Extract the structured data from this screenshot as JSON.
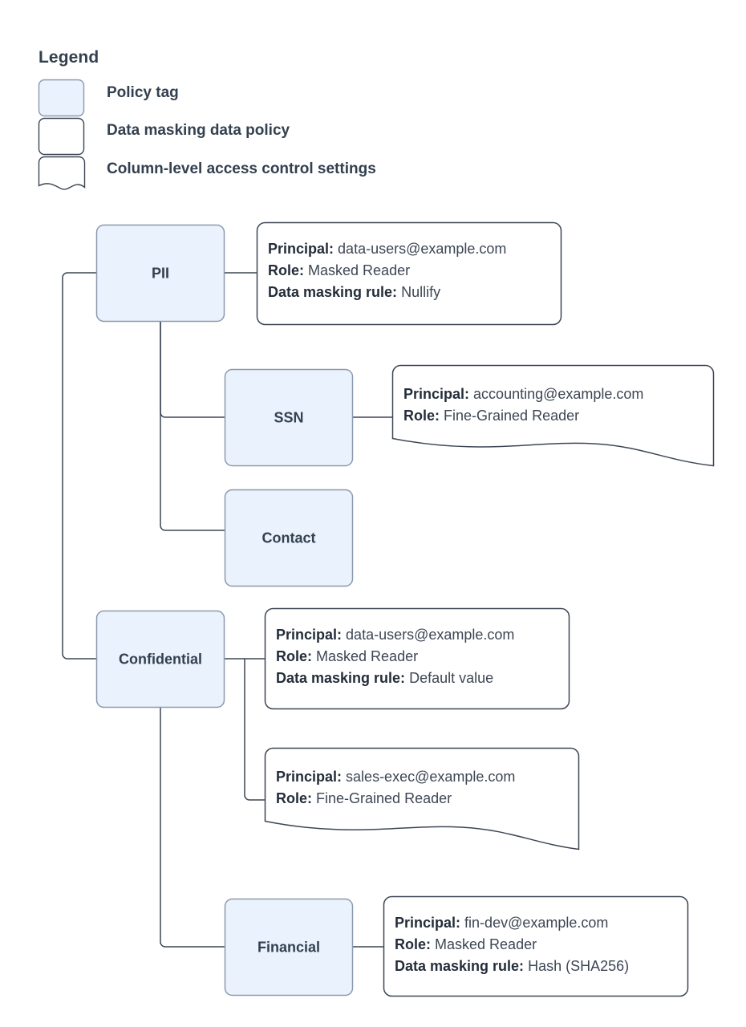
{
  "legend": {
    "title": "Legend",
    "items": [
      {
        "shape": "policy-tag-swatch",
        "label": "Policy tag"
      },
      {
        "shape": "data-policy-swatch",
        "label": "Data masking data policy"
      },
      {
        "shape": "access-control-swatch",
        "label": "Column-level access control settings"
      }
    ]
  },
  "colors": {
    "tag_fill": "#eaf2fd",
    "tag_border": "#8c99ad",
    "box_border": "#3d4654",
    "box_fill": "#ffffff",
    "connector": "#3d4654",
    "text": "#33404f"
  },
  "nodes": [
    {
      "id": "pii",
      "label": "PII"
    },
    {
      "id": "ssn",
      "label": "SSN"
    },
    {
      "id": "contact",
      "label": "Contact"
    },
    {
      "id": "confidential",
      "label": "Confidential"
    },
    {
      "id": "financial",
      "label": "Financial"
    }
  ],
  "labels": {
    "principal": "Principal:",
    "role": "Role:",
    "masking_rule": "Data masking rule:"
  },
  "policies": [
    {
      "id": "pii-policy",
      "kind": "data-masking-data-policy",
      "principal": "data-users@example.com",
      "role": "Masked Reader",
      "masking_rule": "Nullify"
    },
    {
      "id": "ssn-policy",
      "kind": "column-level-access-control-settings",
      "principal": "accounting@example.com",
      "role": "Fine-Grained Reader",
      "masking_rule": ""
    },
    {
      "id": "confidential-policy",
      "kind": "data-masking-data-policy",
      "principal": "data-users@example.com",
      "role": "Masked Reader",
      "masking_rule": "Default value"
    },
    {
      "id": "confidential-access",
      "kind": "column-level-access-control-settings",
      "principal": "sales-exec@example.com",
      "role": "Fine-Grained Reader",
      "masking_rule": ""
    },
    {
      "id": "financial-policy",
      "kind": "data-masking-data-policy",
      "principal": "fin-dev@example.com",
      "role": "Masked Reader",
      "masking_rule": "Hash (SHA256)"
    }
  ]
}
